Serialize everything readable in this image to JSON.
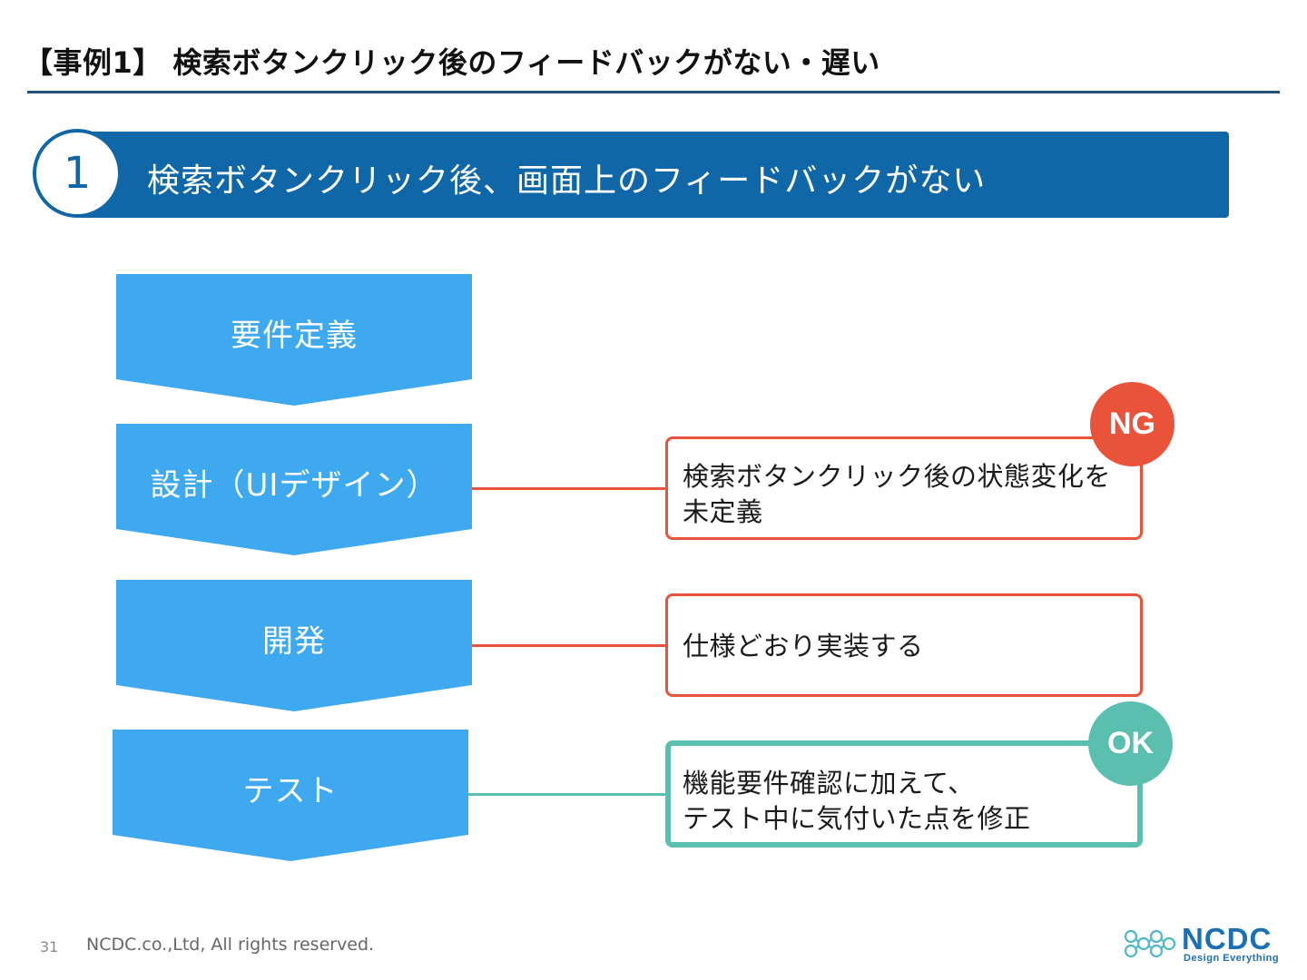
{
  "page": {
    "title": "【事例1】 検索ボタンクリック後のフィードバックがない・遅い"
  },
  "banner": {
    "number": "1",
    "text": "検索ボタンクリック後、画面上のフィードバックがない"
  },
  "colors": {
    "title_rule": "#1f4f7a",
    "banner": "#0f67a8",
    "step": "#3fa9f0",
    "ng": "#e8533a",
    "ok": "#5bbfb0"
  },
  "steps": [
    {
      "label": "要件定義"
    },
    {
      "label": "設計（UIデザイン）"
    },
    {
      "label": "開発"
    },
    {
      "label": "テスト"
    }
  ],
  "notes": [
    {
      "lines": [
        "検索ボタンクリック後の状態変化を",
        "未定義"
      ],
      "status": "ng",
      "badge": "NG"
    },
    {
      "lines": [
        "仕様どおり実装する"
      ],
      "status": "ng",
      "badge": ""
    },
    {
      "lines": [
        "機能要件確認に加えて、",
        "テスト中に気付いた点を修正"
      ],
      "status": "ok",
      "badge": "OK"
    }
  ],
  "footer": {
    "page_number": "31",
    "copyright": "NCDC.co.,Ltd, All rights reserved.",
    "logo_text": "NCDC",
    "logo_tagline": "Design Everything"
  }
}
